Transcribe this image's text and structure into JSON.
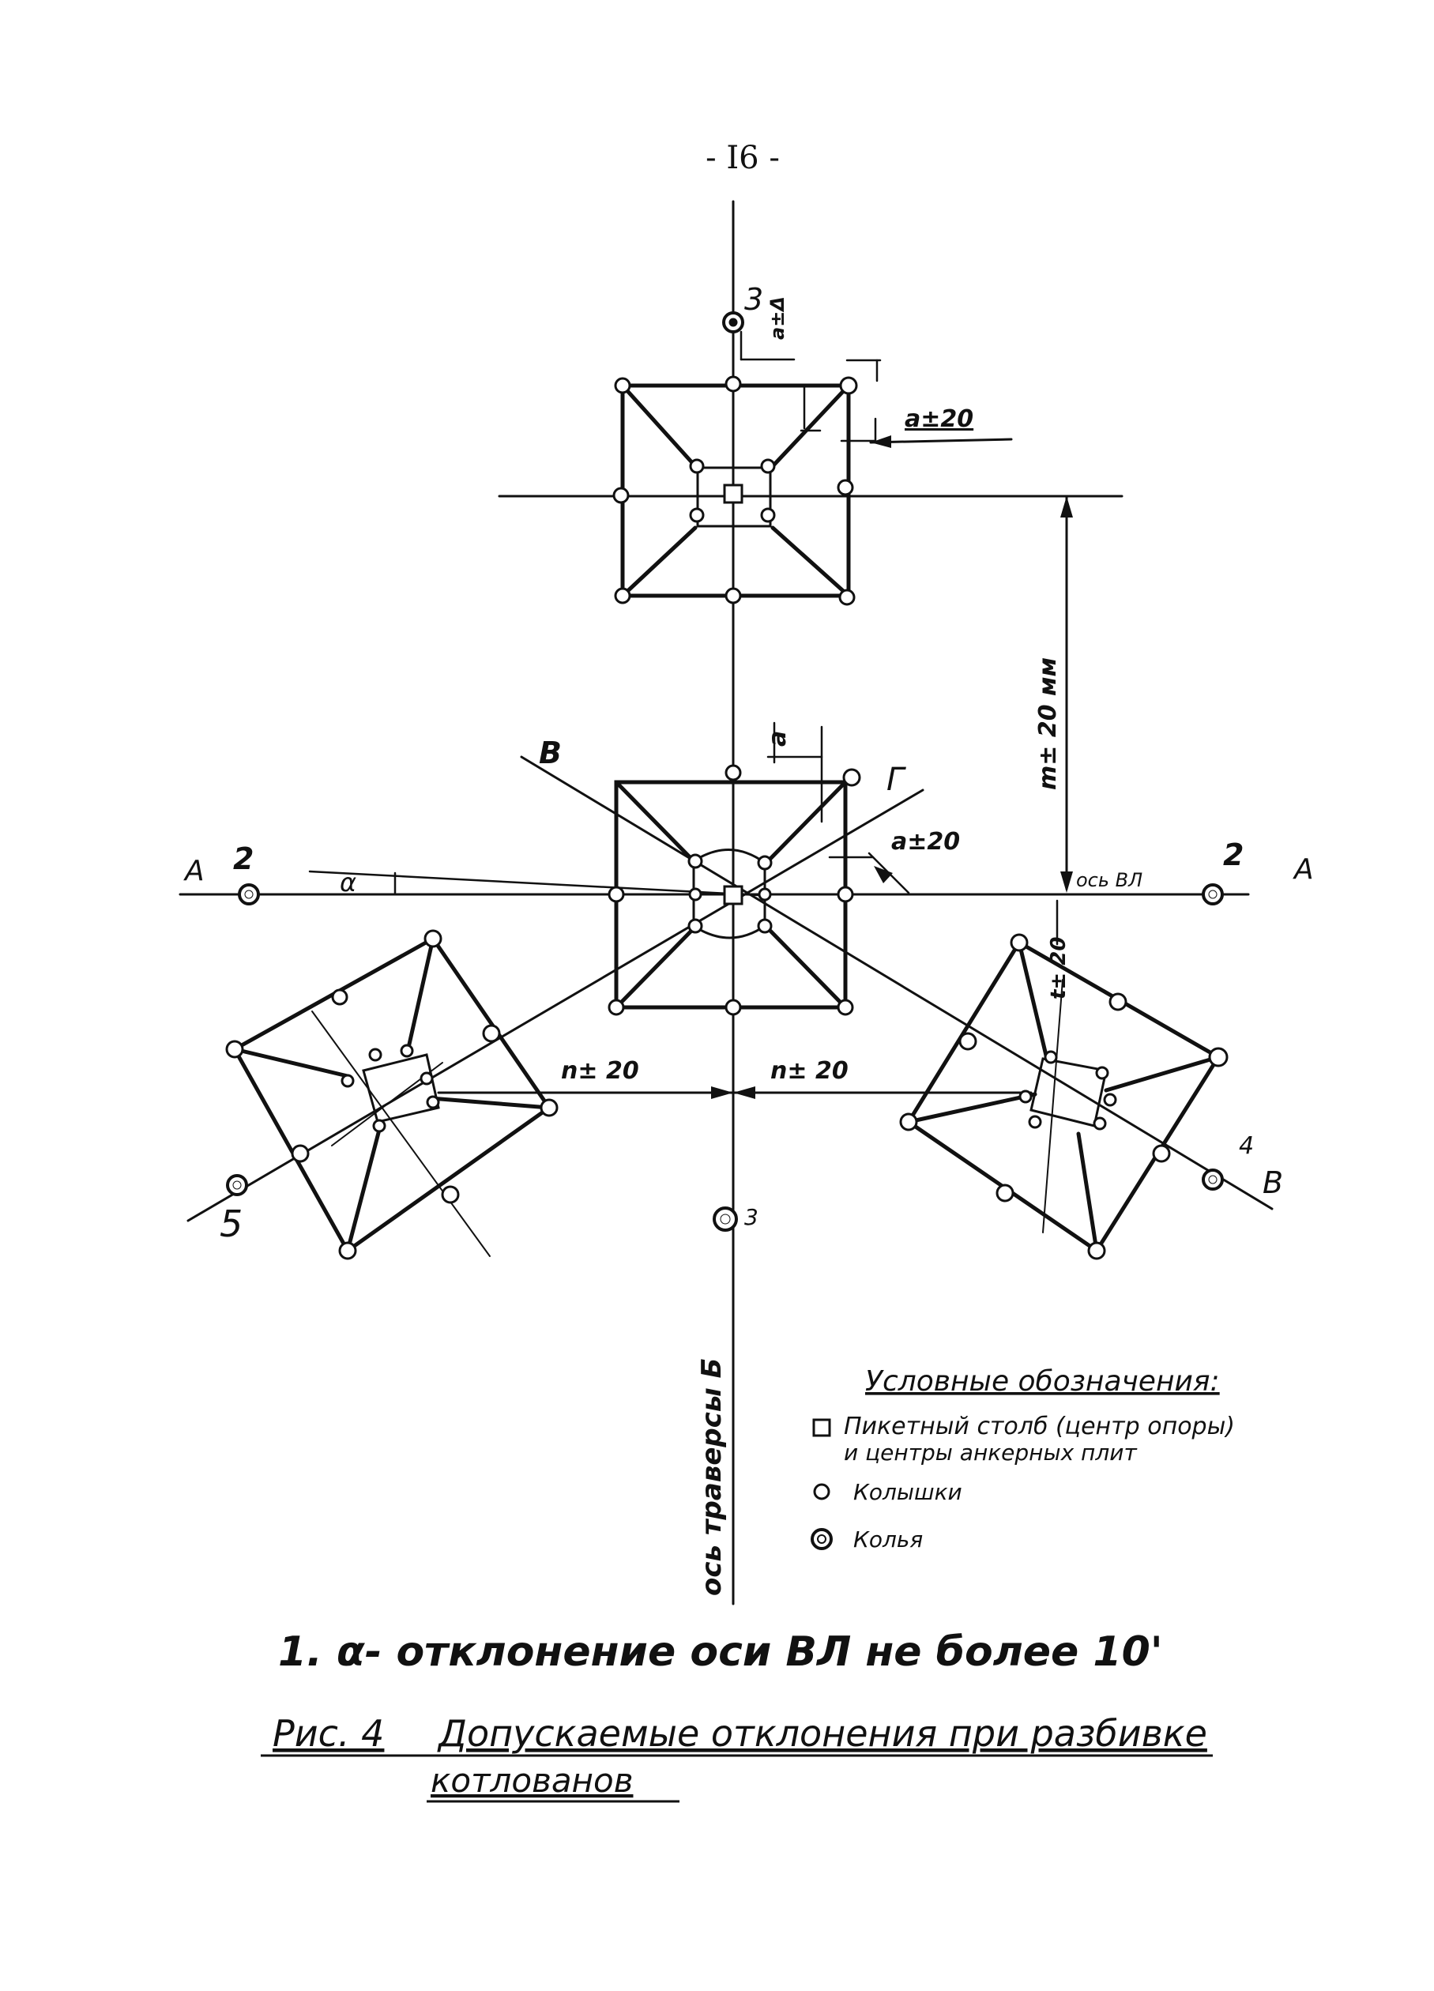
{
  "page_number": "- I6 -",
  "labels": {
    "d_a_top": "a±Δ",
    "d_a20_top": "a±20",
    "d_a_mid": "a",
    "d_a20_mid": "a±20",
    "d_m20": "m± 20 мм",
    "d_t20": "t± 20",
    "d_n20_left": "n± 20",
    "d_n20_right": "n± 20",
    "ax_alpha": "α",
    "ax_A_left": "А",
    "ax_A_right": "А",
    "ax_B_top": "В",
    "ax_G": "Г",
    "ax_V_right": "В",
    "ax_vl": "ось ВЛ",
    "ax_traverse": "ось траверсы Б",
    "stake_3_top": "3",
    "stake_2_left": "2",
    "stake_2_right": "2",
    "stake_5": "5",
    "stake_4": "4",
    "stake_3_bottom": "3"
  },
  "legend": {
    "title": "Условные обозначения:",
    "items": [
      {
        "symbol": "square-icon",
        "line1": "Пикетный столб (центр опоры)",
        "line2": "и центры анкерных плит"
      },
      {
        "symbol": "circle-icon",
        "line1": "Колышки",
        "line2": ""
      },
      {
        "symbol": "double-circle-icon",
        "line1": "Колья",
        "line2": ""
      }
    ]
  },
  "note": "1. α- отклонение оси ВЛ не более 10'",
  "caption": {
    "prefix": "Рис. 4",
    "line1": "Допускаемые отклонения при разбивке",
    "line2": "котлованов"
  }
}
